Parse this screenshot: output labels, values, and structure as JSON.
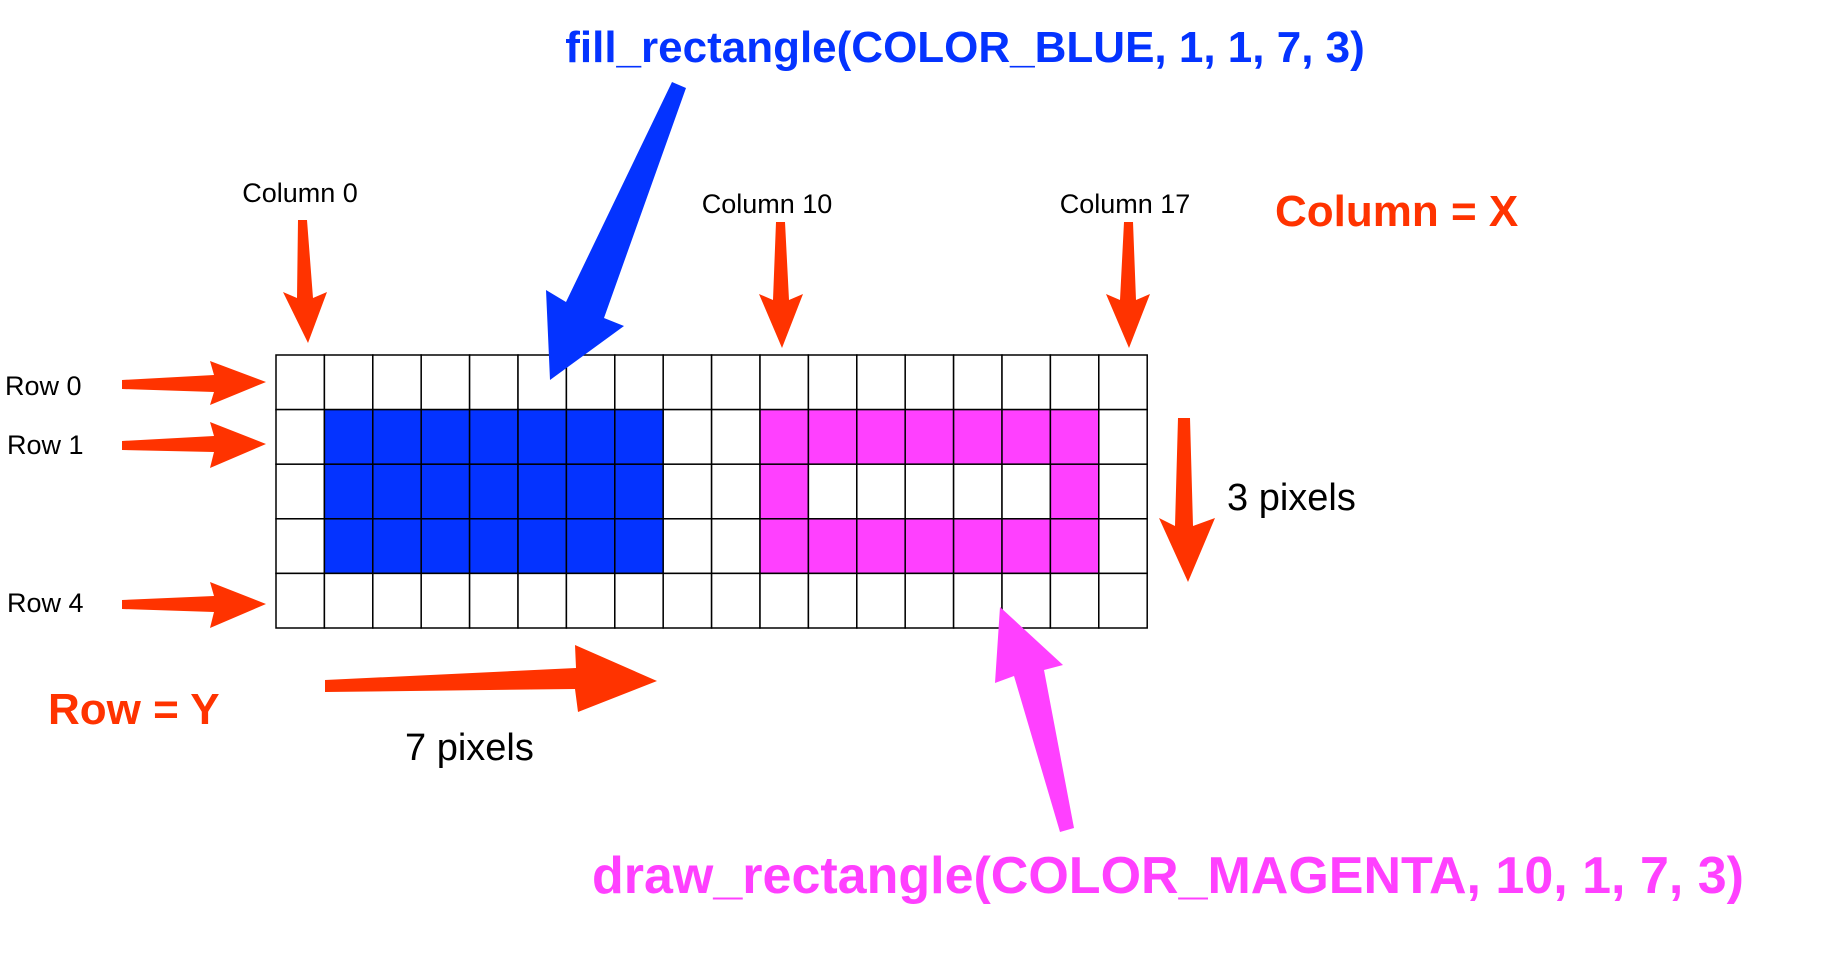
{
  "colors": {
    "blue": "#0433ff",
    "magenta": "#ff40ff",
    "red": "#ff3300",
    "black": "#000000",
    "grid_line": "#000000"
  },
  "grid": {
    "columns": 18,
    "rows": 5,
    "filled": {
      "color": "blue",
      "x": 1,
      "y": 1,
      "w": 7,
      "h": 3
    },
    "outlined": {
      "color": "magenta",
      "x": 10,
      "y": 1,
      "w": 7,
      "h": 3
    }
  },
  "labels": {
    "fill_call": "fill_rectangle(COLOR_BLUE, 1, 1, 7, 3)",
    "draw_call": "draw_rectangle(COLOR_MAGENTA, 10, 1, 7, 3)",
    "column_0": "Column 0",
    "column_10": "Column 10",
    "column_17": "Column 17",
    "column_eq": "Column = X",
    "row_0": "Row 0",
    "row_1": "Row 1",
    "row_4": "Row 4",
    "row_eq": "Row = Y",
    "height_pixels": "3 pixels",
    "width_pixels": "7 pixels"
  }
}
